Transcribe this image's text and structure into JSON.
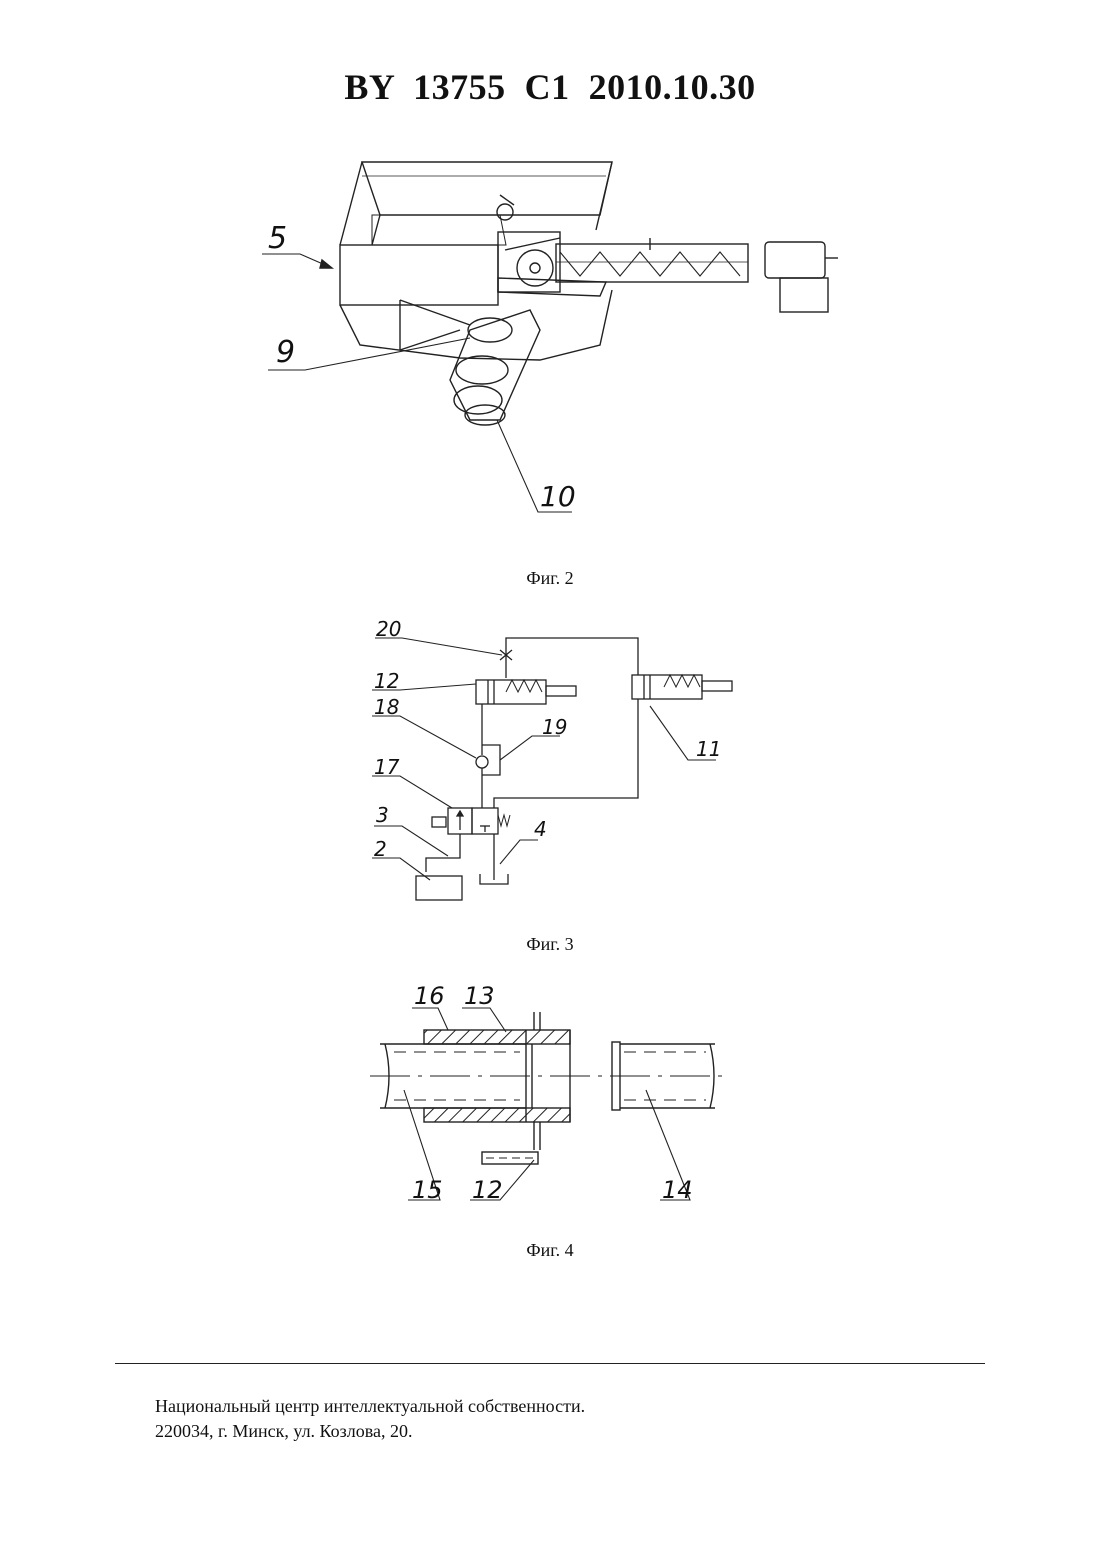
{
  "header": {
    "patent_line": "BY  13755  C1  2010.10.30"
  },
  "figures": [
    {
      "caption": "Фиг. 2",
      "labels": [
        "5",
        "9",
        "10"
      ]
    },
    {
      "caption": "Фиг. 3",
      "labels": [
        "20",
        "12",
        "18",
        "19",
        "17",
        "3",
        "2",
        "4",
        "11"
      ]
    },
    {
      "caption": "Фиг. 4",
      "labels": [
        "16",
        "13",
        "15",
        "12",
        "14"
      ]
    }
  ],
  "footer": {
    "line1": "Национальный центр интеллектуальной собственности.",
    "line2": "220034, г. Минск, ул. Козлова, 20."
  }
}
